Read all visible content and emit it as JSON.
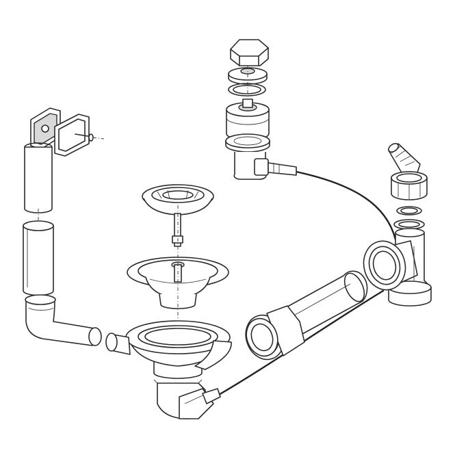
{
  "diagram": {
    "background": "#ffffff",
    "line_color": "#2a2a2a",
    "parts": [
      "remote-control-knob",
      "knob-flange",
      "knob-seal-ring",
      "knob-housing",
      "knob-mounting-nut",
      "knob-valve-body",
      "overflow-frame",
      "overflow-hose-upper",
      "overflow-hose-lower",
      "overflow-elbow-pipe",
      "strainer-basket",
      "basket-stem",
      "basket-guide",
      "sink-outlet-bowl",
      "outlet-elbow",
      "bowden-cable",
      "horizontal-drain-pipe",
      "pipe-seal-ring",
      "siphon-tee",
      "angled-hose-connector",
      "tee-nut",
      "tee-seal"
    ]
  }
}
